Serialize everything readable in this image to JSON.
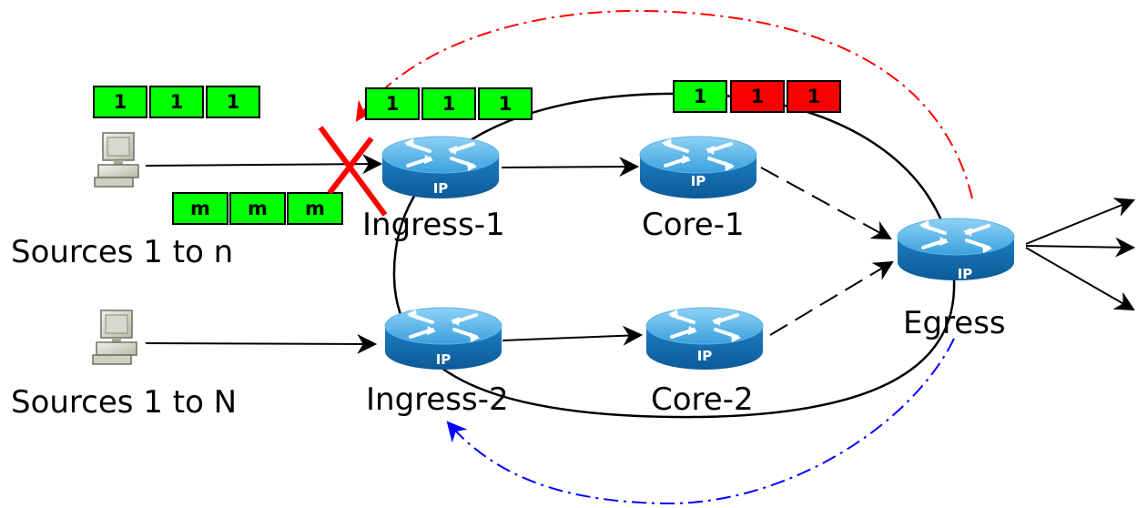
{
  "labels": {
    "sources_top": "Sources 1 to n",
    "sources_bottom": "Sources 1 to N",
    "ingress1": "Ingress-1",
    "ingress2": "Ingress-2",
    "core1": "Core-1",
    "core2": "Core-2",
    "egress": "Egress"
  },
  "router_badge": "IP",
  "packet_groups": {
    "source_top": [
      "1",
      "1",
      "1"
    ],
    "source_marked": [
      "m",
      "m",
      "m"
    ],
    "ingress1_out": [
      "1",
      "1",
      "1"
    ],
    "core_path": [
      "1",
      "1",
      "1"
    ]
  },
  "colors": {
    "packet_green": "#00ff00",
    "packet_red": "#ff0000",
    "router_blue": "#2b8fd2",
    "feedback_red": "#ff0000",
    "feedback_blue": "#0000ff",
    "drop_mark": "#ff0000"
  }
}
